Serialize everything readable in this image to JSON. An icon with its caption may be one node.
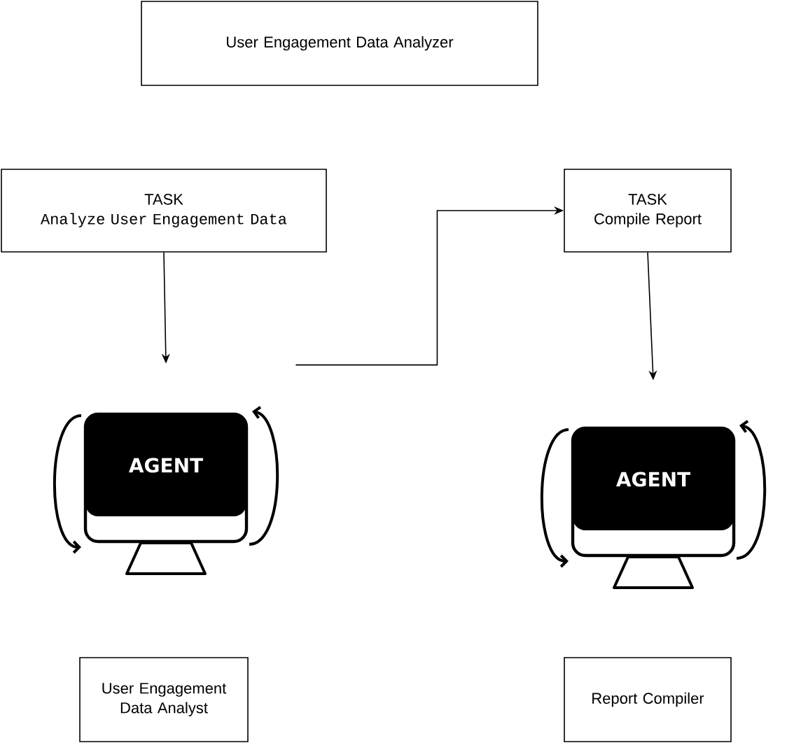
{
  "diagram": {
    "nodes": [
      {
        "text": [
          "User Engagement Data Analyzer"
        ]
      },
      {
        "text": [
          "TASK",
          "Analyze User Engagement Data"
        ]
      },
      {
        "text": [
          "AGENT"
        ]
      },
      {
        "text": [
          "TASK",
          "Compile Report"
        ]
      },
      {
        "text": [
          "AGENT"
        ]
      },
      {
        "text": [
          "User Engagement Data Analyst"
        ]
      },
      {
        "text": [
          "Report Compiler"
        ]
      }
    ],
    "edges": [
      {
        "from": 1,
        "to": 2,
        "arrow": "to"
      },
      {
        "from": 2,
        "to": 3,
        "arrow": "to"
      },
      {
        "from": 3,
        "to": 4,
        "arrow": "to"
      }
    ]
  }
}
